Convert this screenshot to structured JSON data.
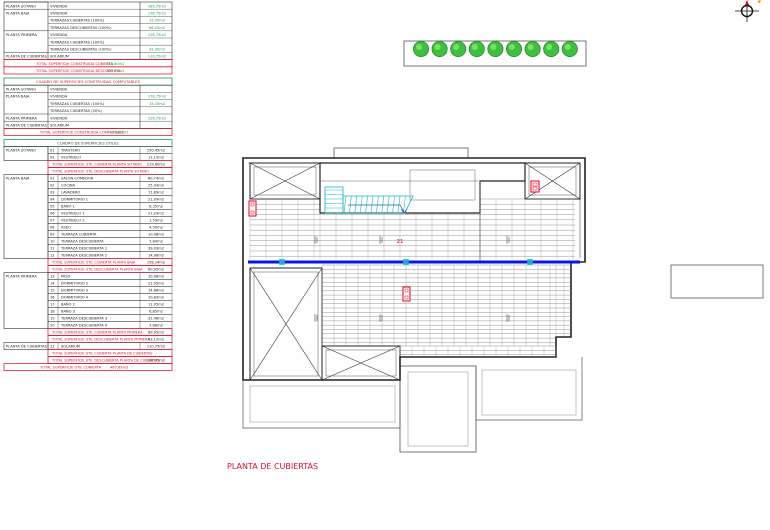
{
  "drawing": {
    "caption": "PLANTA DE CUBIERTAS",
    "room_label": "21",
    "colors": {
      "caption": "#e0102a",
      "green_line": "#14a05a",
      "red_line": "#e3001b",
      "beam": "#0a16e6",
      "stair": "#19b3c8",
      "tree": "#3fbf3f",
      "tree_dark": "#1f8a2a",
      "value": "#19a050",
      "total_text": "#e0102a"
    }
  },
  "table1": {
    "rows": [
      {
        "section": "PLANTA SÓTANO",
        "name": "VIVIENDA",
        "value": "185,75m2"
      },
      {
        "section": "PLANTA BAJA",
        "name": "VIVIENDA",
        "value": "178,75m2"
      },
      {
        "section": "",
        "name": "TERRAZAS CUBIERTAS (100%)",
        "value": "15,35m2"
      },
      {
        "section": "",
        "name": "TERRAZAS DESCUBIERTAS (100%)",
        "value": "66,55m2"
      },
      {
        "section": "PLANTA PRIMERA",
        "name": "VIVIENDA",
        "value": "126,75m2"
      },
      {
        "section": "",
        "name": "TERRAZAS CUBIERTAS (100%)",
        "value": "-"
      },
      {
        "section": "",
        "name": "TERRAZAS DESCUBIERTAS (100%)",
        "value": "32,45m2"
      },
      {
        "section": "PLANTA DE CUBIERTAS",
        "name": "SOLARIUM",
        "value": "110,75m2"
      }
    ],
    "totals": [
      {
        "label": "TOTAL SUPERFICIE CONSTRUIDA CUBIERTA",
        "value": "516,80m2"
      },
      {
        "label": "TOTAL SUPERFICIE CONSTRUIDA DESCUBIERTA",
        "value": "209,75m2"
      }
    ]
  },
  "table2": {
    "title": "CUADRO DE SUPERFICIES CONSTRUIDAS COMPUTABLES",
    "rows": [
      {
        "section": "PLANTA SÓTANO",
        "name": "VIVIENDA",
        "value": "-"
      },
      {
        "section": "PLANTA BAJA",
        "name": "VIVIENDA",
        "value": "178,75m2"
      },
      {
        "section": "",
        "name": "TERRAZAS CUBIERTAS (100%)",
        "value": "15,35m2"
      },
      {
        "section": "",
        "name": "TERRAZAS CUBIERTAS (50%)",
        "value": "-"
      },
      {
        "section": "PLANTA PRIMERA",
        "name": "VIVIENDA",
        "value": "126,75m2"
      },
      {
        "section": "PLANTA DE CUBIERTAS",
        "name": "SOLARIUM",
        "value": "-"
      }
    ],
    "total": {
      "label": "TOTAL SUPERFICIE CONSTRUIDA COMPUTABLE",
      "value": "320,85m2"
    }
  },
  "table3": {
    "title": "CUADRO DE SUPERFICIES ÚTILES",
    "sotano": {
      "section": "PLANTA SÓTANO",
      "rows": [
        {
          "num": "01",
          "name": "TRASTERO",
          "value": "150,45m2"
        },
        {
          "num": "02",
          "name": "VESTÍBULO",
          "value": "11,15m2"
        }
      ],
      "totals": [
        {
          "label": "TOTAL SUPERFICIE ÚTIL CUBIERTA PLANTA SÓTANO",
          "value": "219,60m2"
        },
        {
          "label": "TOTAL SUPERFICIE ÚTIL DESCUBIERTA PLANTA SÓTANO",
          "value": "-"
        }
      ]
    },
    "baja": {
      "section": "PLANTA BAJA",
      "rows": [
        {
          "num": "01",
          "name": "SALÓN-COMEDOR",
          "value": "60,74m2"
        },
        {
          "num": "02",
          "name": "COCINA",
          "value": "25,93m2"
        },
        {
          "num": "03",
          "name": "LAVADERO",
          "value": "11,89m2"
        },
        {
          "num": "04",
          "name": "DORMITORIO 1",
          "value": "21,09m2"
        },
        {
          "num": "05",
          "name": "BAÑO 1",
          "value": "6,35m2"
        },
        {
          "num": "06",
          "name": "VESTÍBULO 1",
          "value": "21,29m2"
        },
        {
          "num": "07",
          "name": "VESTÍBULO 2",
          "value": "1,53m2"
        },
        {
          "num": "08",
          "name": "ASEO",
          "value": "4,50m2"
        },
        {
          "num": "09",
          "name": "TERRAZA CUBIERTA",
          "value": "10,48m2"
        },
        {
          "num": "10",
          "name": "TERRAZA DESCUBIERTA",
          "value": "7,84m2"
        },
        {
          "num": "11",
          "name": "TERRAZA DESCUBIERTA 1",
          "value": "39,03m2"
        },
        {
          "num": "12",
          "name": "TERRAZA DESCUBIERTA 2",
          "value": "14,08m2"
        }
      ],
      "totals": [
        {
          "label": "TOTAL SUPERFICIE ÚTIL CUBIERTA PLANTA BAJA",
          "value": "158,14m2"
        },
        {
          "label": "TOTAL SUPERFICIE ÚTIL DESCUBIERTA PLANTA BAJA",
          "value": "60,95m2"
        }
      ]
    },
    "primera": {
      "section": "PLANTA PRIMERA",
      "rows": [
        {
          "num": "13",
          "name": "PASO",
          "value": "10,96m2"
        },
        {
          "num": "14",
          "name": "DORMITORIO 2",
          "value": "21,95m2"
        },
        {
          "num": "15",
          "name": "DORMITORIO 3",
          "value": "14,66m2"
        },
        {
          "num": "16",
          "name": "DORMITORIO 4",
          "value": "10,83m2"
        },
        {
          "num": "17",
          "name": "BAÑO 2",
          "value": "11,95m2"
        },
        {
          "num": "18",
          "name": "BAÑO 3",
          "value": "6,85m2"
        },
        {
          "num": "19",
          "name": "TERRAZA DESCUBIERTA 3",
          "value": "31,46m2"
        },
        {
          "num": "20",
          "name": "TERRAZA DESCUBIERTA 4",
          "value": "7,86m2"
        }
      ],
      "totals": [
        {
          "label": "TOTAL SUPERFICIE ÚTIL CUBIERTA PLANTA PRIMERA",
          "value": "89,95m2"
        },
        {
          "label": "TOTAL SUPERFICIE ÚTIL DESCUBIERTA PLANTA PRIMERA",
          "value": "43,12m2"
        }
      ]
    },
    "cubiertas": {
      "section": "PLANTA DE CUBIERTAS",
      "rows": [
        {
          "num": "21",
          "name": "SOLARIUM",
          "value": "110,75m2"
        }
      ],
      "totals": [
        {
          "label": "TOTAL SUPERFICIE ÚTIL CUBIERTA PLANTA DE CUBIERTAS",
          "value": "-"
        },
        {
          "label": "TOTAL SUPERFICIE ÚTIL DESCUBIERTA PLANTA DE CUBIERTAS",
          "value": "110,75m2"
        }
      ]
    },
    "grand_total": {
      "label": "TOTAL SUPERFICIE ÚTIL CUBIERTA",
      "value": "467,69m2"
    }
  }
}
